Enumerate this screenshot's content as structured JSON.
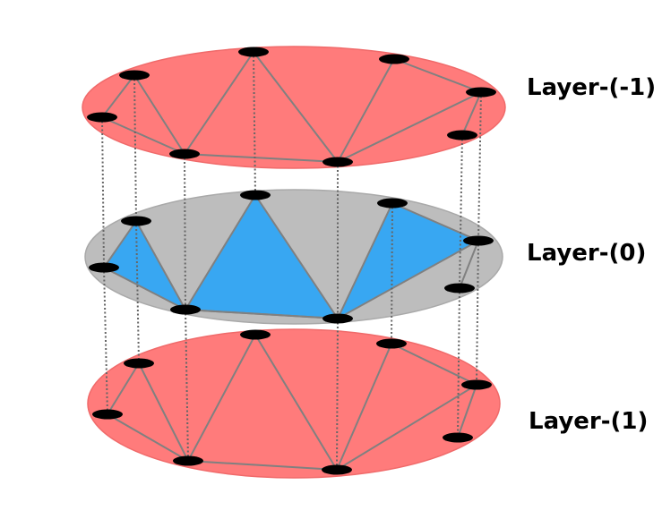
{
  "layers": [
    {
      "id": "top",
      "label": "Layer-(-1)",
      "fill": "#ff7b7b",
      "stroke": "#f06a6a"
    },
    {
      "id": "mid",
      "label": "Layer-(0)",
      "fill": "#bdbdbd",
      "stroke": "#a9a9a9"
    },
    {
      "id": "bot",
      "label": "Layer-(1)",
      "fill": "#ff7b7b",
      "stroke": "#f06a6a"
    }
  ],
  "colors": {
    "edge": "#808080",
    "node": "#000000",
    "triangle": "#38a7f2",
    "vertical_link": "#666666"
  }
}
